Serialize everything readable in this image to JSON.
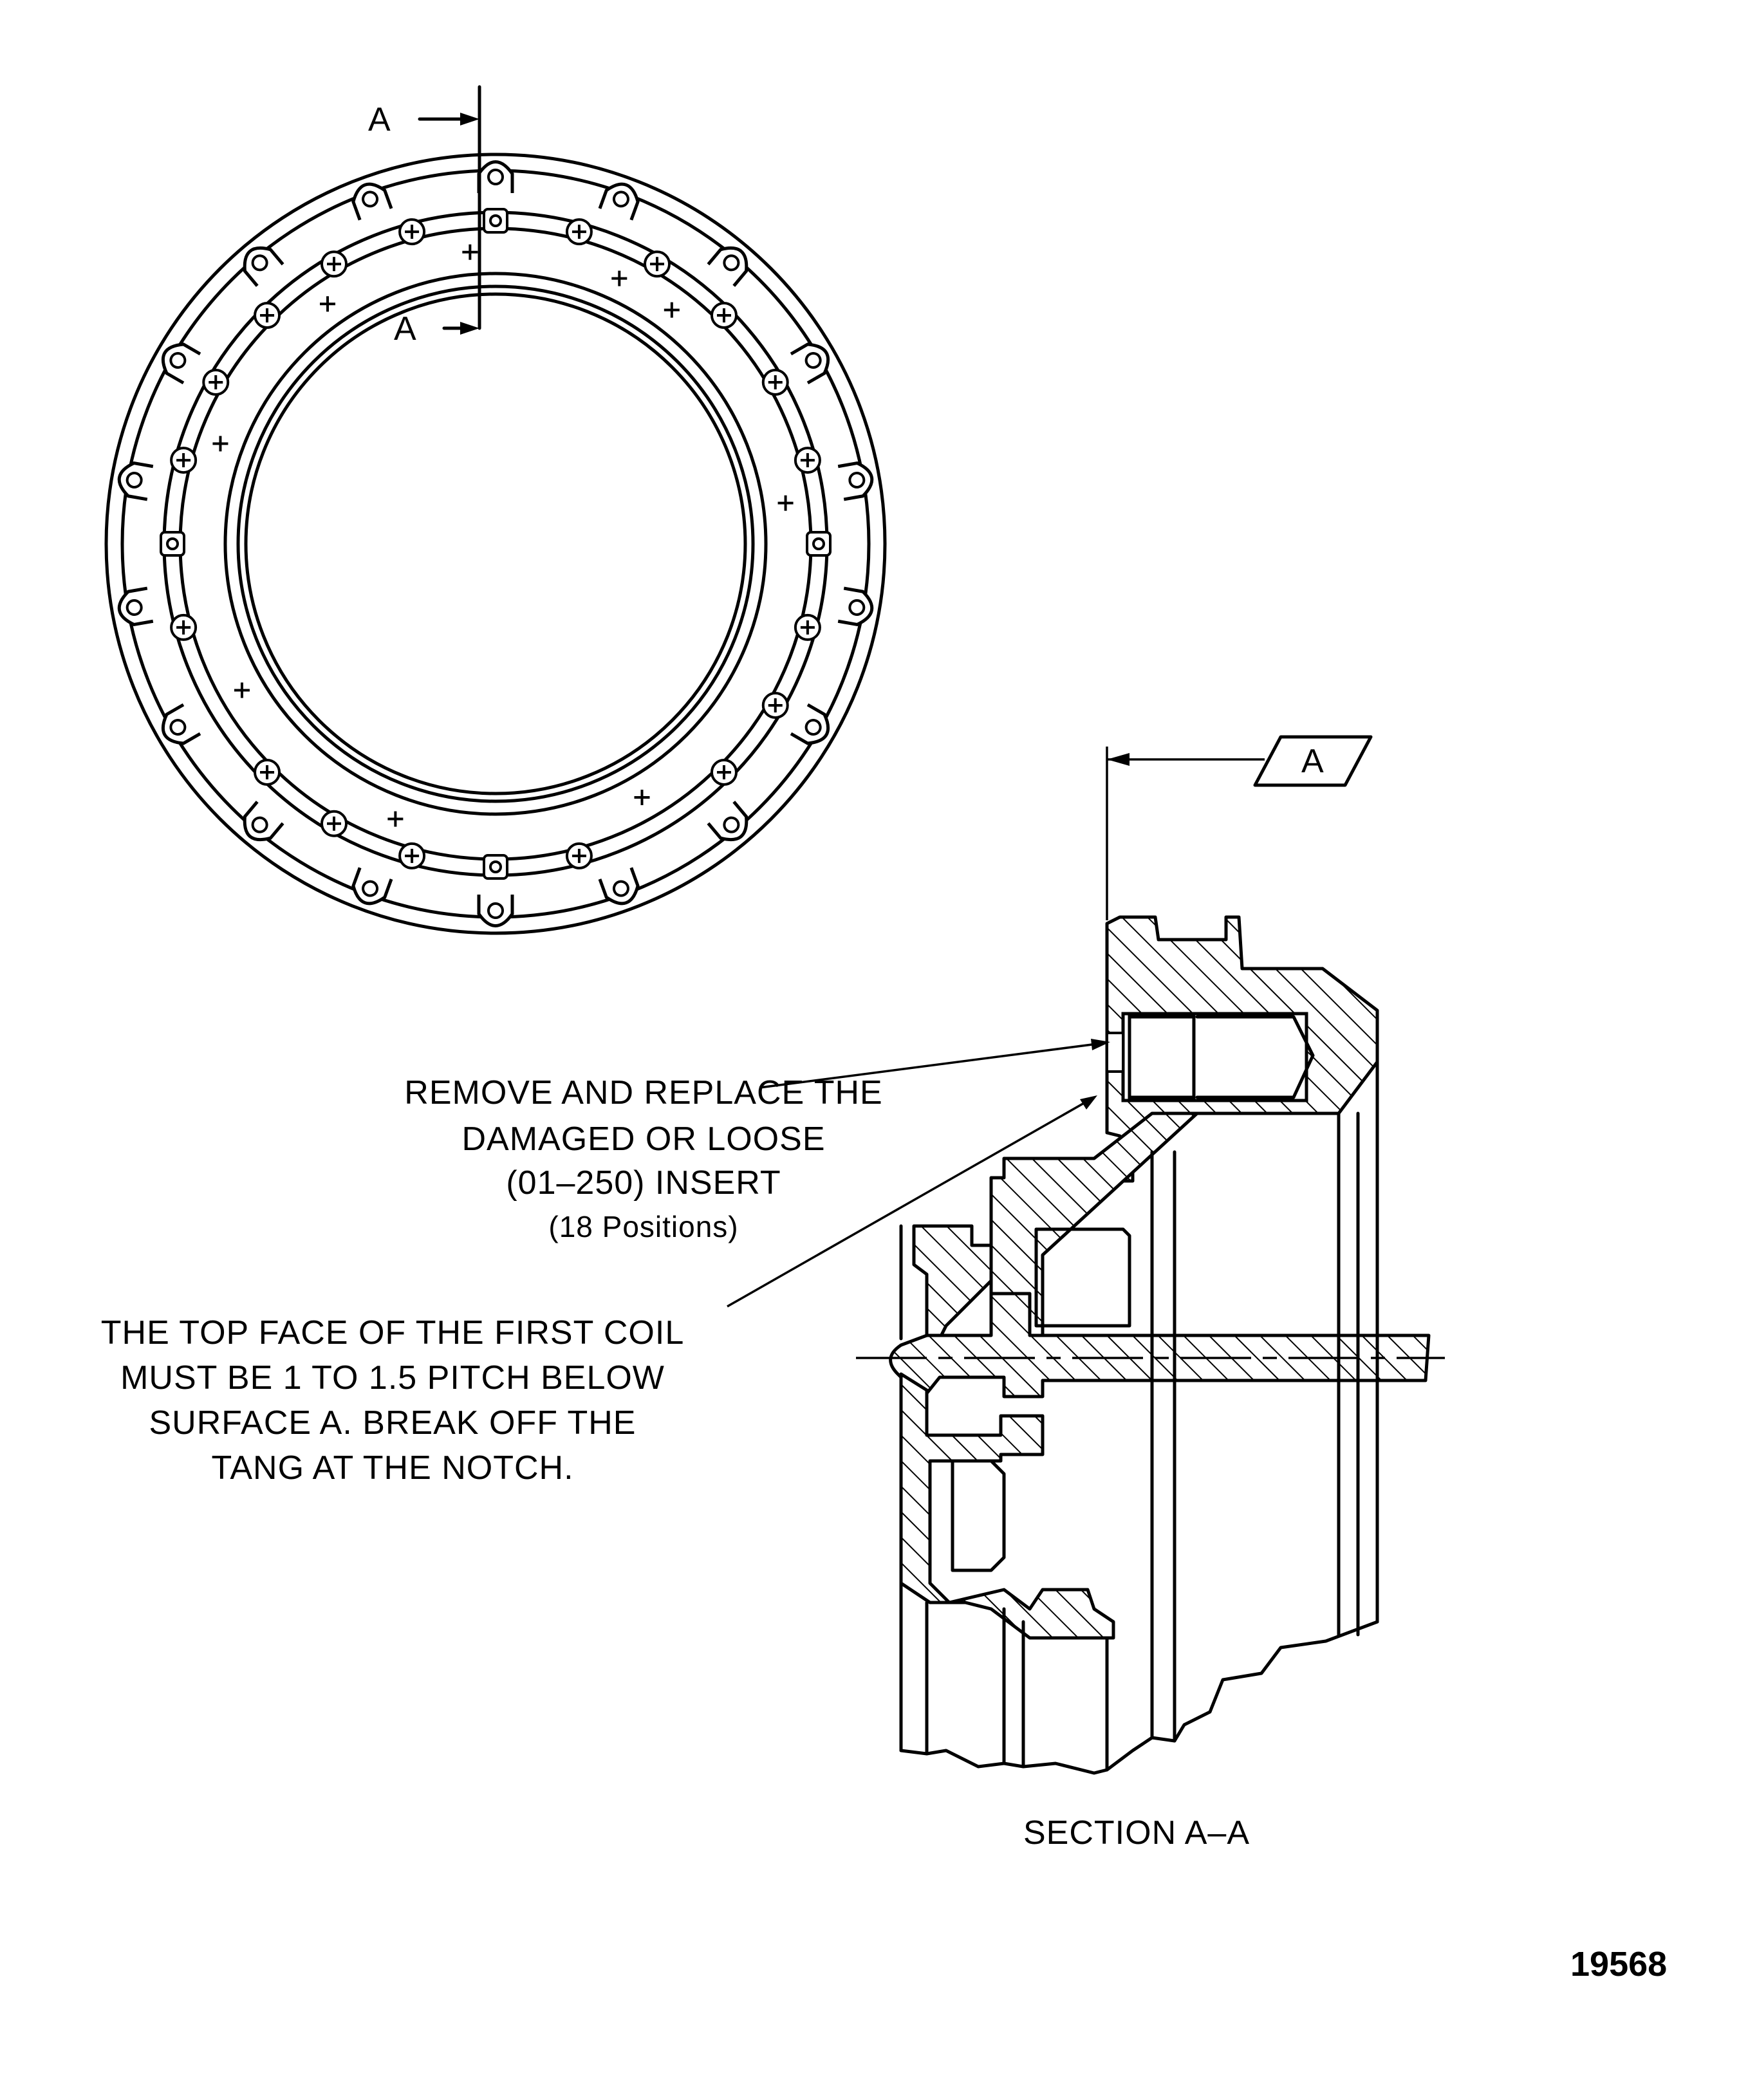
{
  "top_view": {
    "section_marker_outer": "A",
    "section_marker_inner": "A"
  },
  "section_view": {
    "datum_flag": "A",
    "caption": "SECTION A–A"
  },
  "callouts": {
    "insert_note": [
      "REMOVE AND REPLACE THE",
      "DAMAGED OR LOOSE",
      "(01–250) INSERT",
      "(18 Positions)"
    ],
    "coil_note": [
      "THE TOP FACE OF THE FIRST COIL",
      "MUST BE 1 TO 1.5 PITCH BELOW",
      "SURFACE A. BREAK OFF THE",
      "TANG AT THE NOTCH."
    ]
  },
  "figure_number": "19568"
}
